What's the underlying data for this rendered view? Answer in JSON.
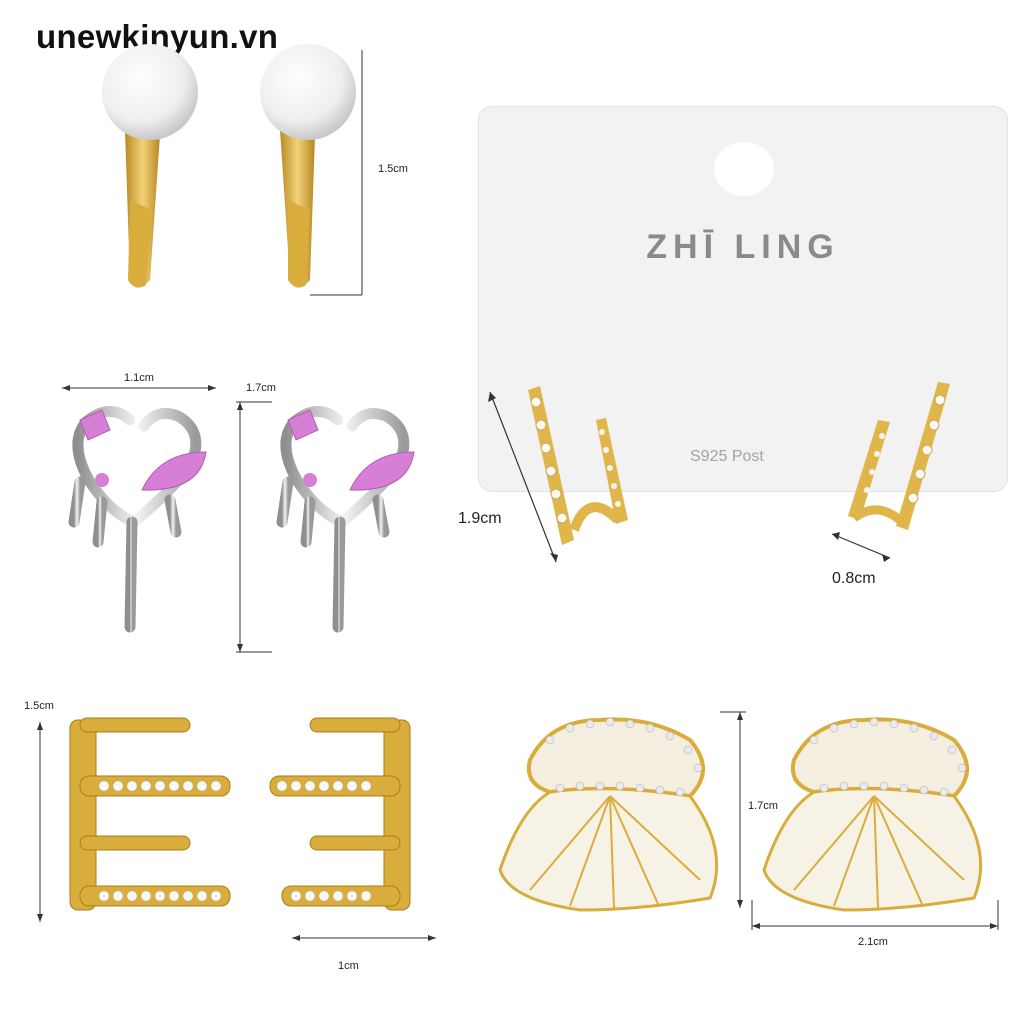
{
  "watermark": "unewkinyun.vn",
  "card": {
    "brand": "ZHĪ LING",
    "post": "S925 Post"
  },
  "dimensions": {
    "pearl_height": "1.5cm",
    "heart_width": "1.1cm",
    "heart_height": "1.7cm",
    "pearl_bar_height": "1.9cm",
    "pearl_bar_width": "0.8cm",
    "cuff_height": "1.5cm",
    "cuff_width": "1cm",
    "butterfly_height": "1.7cm",
    "butterfly_width": "2.1cm"
  },
  "colors": {
    "gold": "#d9ad3c",
    "silver": "#c8c8c8",
    "pink": "#d77fd6",
    "card": "#f2f2f2"
  }
}
